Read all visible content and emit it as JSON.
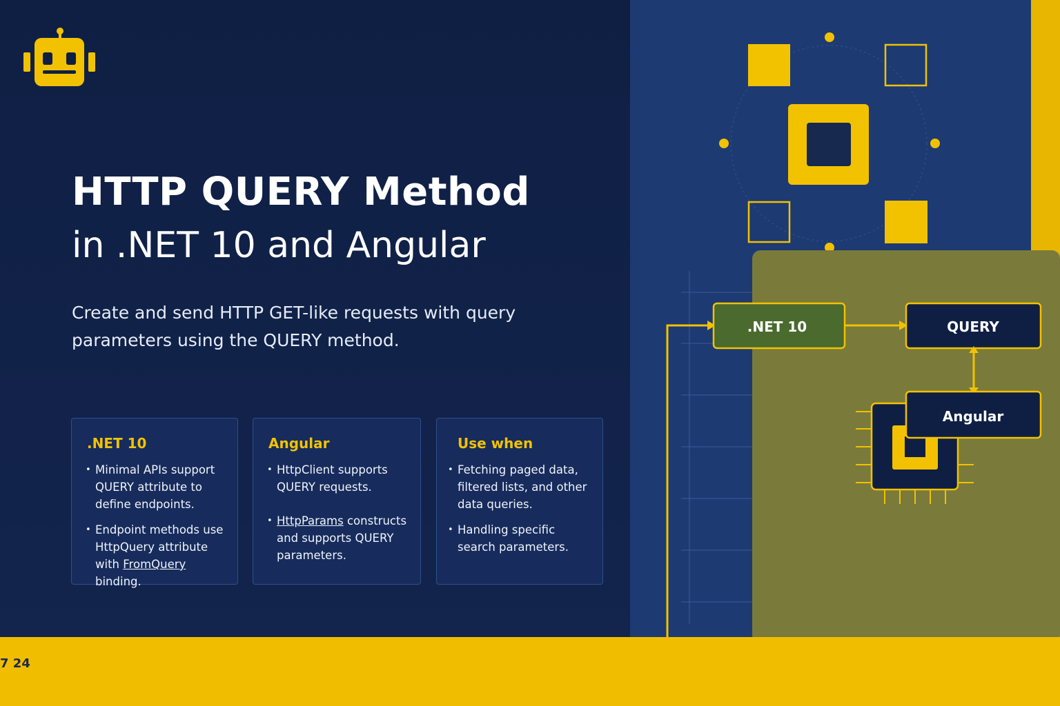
{
  "title": "HTTP QUERY Method",
  "subtitle": "in .NET 10 and Angular",
  "description": "Create and send HTTP GET-like requests with query parameters using the QUERY method.",
  "cards": [
    {
      "heading": ".NET 10",
      "items": [
        "Minimal APIs support QUERY attribute to define endpoints.",
        "Endpoint methods use HttpQuery attribute",
        "with",
        "FromQuery",
        "binding."
      ]
    },
    {
      "heading": "Angular",
      "items": [
        "HttpClient supports QUERY requests.",
        "HttpParams",
        "constructs and supports QUERY parameters."
      ]
    },
    {
      "heading": "Use when",
      "items": [
        "Fetching paged data, filtered lists, and other data queries.",
        "Handling specific search parameters."
      ]
    }
  ],
  "diagram": {
    "nodes": [
      ".NET 10",
      "QUERY",
      "Angular"
    ]
  },
  "page_number": "7 24",
  "icons": [
    "robot-icon",
    "chip-icon"
  ],
  "colors": {
    "navy": "#0f1f44",
    "blue": "#1d3a73",
    "yellow": "#f1bd00",
    "olive": "#7a7a3a",
    "green_node": "#4a6a2e"
  }
}
